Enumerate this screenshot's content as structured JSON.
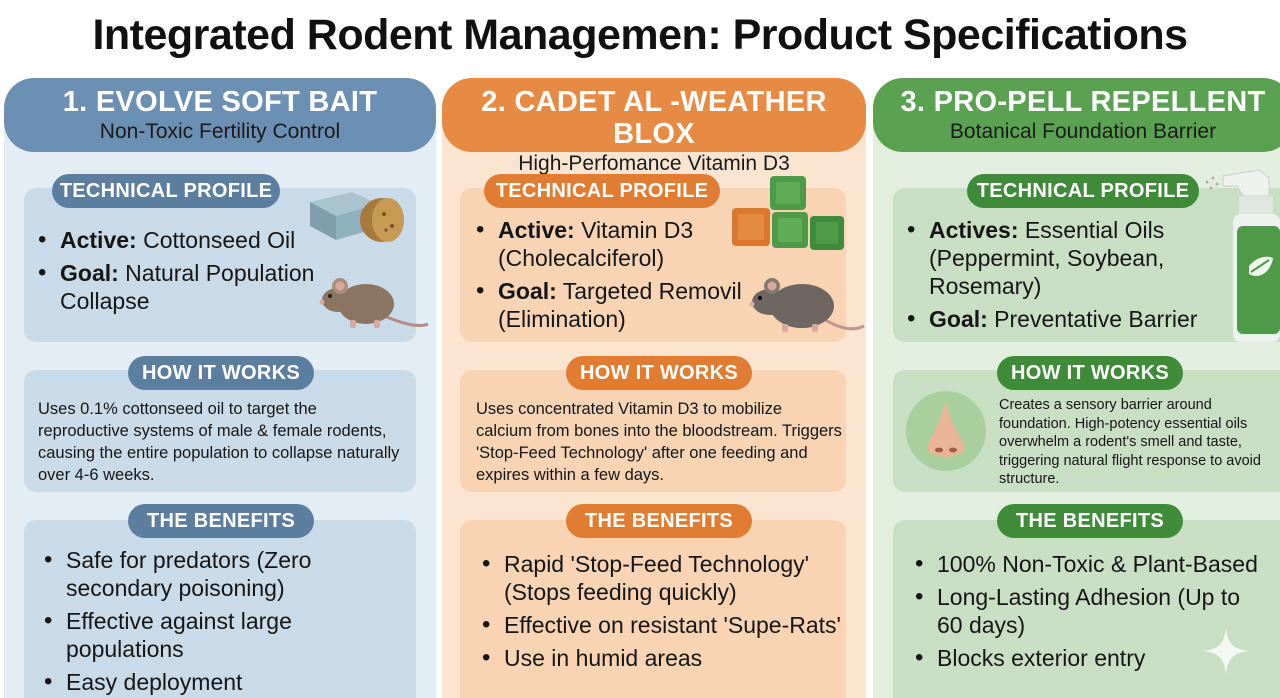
{
  "title": "Integrated Rodent Managemen: Product Specifications",
  "columns": [
    {
      "name": "1. EVOLVE SOFT BAIT",
      "subtitle": "Non-Toxic Fertility Control",
      "profile_label": "TECHNICAL PROFILE",
      "profile": [
        {
          "key": "Active:",
          "value": " Cottonseed Oil"
        },
        {
          "key": "Goal:",
          "value": " Natural Population Collapse"
        }
      ],
      "how_label": "HOW IT WORKS",
      "how_text": "Uses 0.1% cottonseed oil to target the reproductive systems of male & female rodents, causing the entire population to collapse naturally over 4-6 weeks.",
      "benefits_label": "THE BENEFITS",
      "benefits": [
        "Safe for predators (Zero secondary poisoning)",
        "Effective against large populations",
        "Easy deployment"
      ]
    },
    {
      "name": "2. CADET AL -WEATHER BLOX",
      "subtitle": "High-Perfomance Vitamin D3",
      "profile_label": "TECHNICAL PROFILE",
      "profile": [
        {
          "key": "Active:",
          "value": " Vitamin D3 (Cholecalciferol)"
        },
        {
          "key": "Goal:",
          "value": " Targeted Removil (Elimination)"
        }
      ],
      "how_label": "HOW IT WORKS",
      "how_text": "Uses concentrated Vitamin D3 to mobilize calcium from bones into the bloodstream. Triggers 'Stop-Feed Technology' after one feeding and expires within a few days.",
      "benefits_label": "THE BENEFITS",
      "benefits": [
        "Rapid 'Stop-Feed Technology' (Stops feeding quickly)",
        "Effective on resistant 'Supe-Rats'",
        "Use in humid areas"
      ]
    },
    {
      "name": "3. PRO-PELL REPELLENT",
      "subtitle": "Botanical Foundation Barrier",
      "profile_label": "TECHNICAL PROFILE",
      "profile": [
        {
          "key": "Actives:",
          "value": " Essential Oils (Peppermint, Soybean, Rosemary)"
        },
        {
          "key": "Goal:",
          "value": " Preventative Barrier"
        }
      ],
      "how_label": "HOW IT WORKS",
      "how_text": "Creates a sensory barrier around foundation. High-potency essential oils overwhelm a rodent's smell and taste, triggering natural flight response to avoid structure.",
      "benefits_label": "THE BENEFITS",
      "benefits": [
        "100% Non-Toxic & Plant-Based",
        "Long-Lasting Adhesion (Up to 60 days)",
        "Blocks exterior entry"
      ]
    }
  ],
  "icons": {
    "col1_product": "soft-bait-block-icon",
    "col1_animal": "mouse-icon",
    "col2_product": "bait-blocks-icon",
    "col2_animal": "rat-icon",
    "col3_product": "spray-bottle-icon",
    "col3_sense": "nose-icon",
    "corner": "sparkle-icon"
  },
  "colors": {
    "col1_accent": "#6c8fb4",
    "col2_accent": "#e68a44",
    "col3_accent": "#5aa251"
  }
}
